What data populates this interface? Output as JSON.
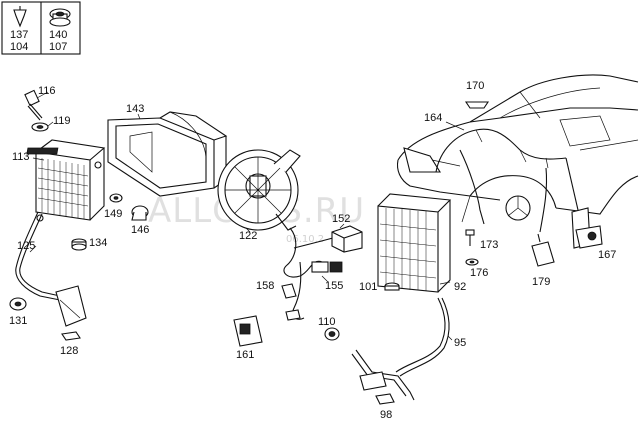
{
  "legend": {
    "cells": [
      {
        "top": "137",
        "bottom": "104"
      },
      {
        "top": "140",
        "bottom": "107"
      }
    ]
  },
  "watermark": {
    "text": "ALLCATS.RU",
    "date": "06.10.2"
  },
  "callouts": [
    {
      "id": "116",
      "text": "116"
    },
    {
      "id": "119",
      "text": "119"
    },
    {
      "id": "113",
      "text": "113"
    },
    {
      "id": "143",
      "text": "143"
    },
    {
      "id": "149",
      "text": "149"
    },
    {
      "id": "146",
      "text": "146"
    },
    {
      "id": "125",
      "text": "125"
    },
    {
      "id": "134",
      "text": "134"
    },
    {
      "id": "131",
      "text": "131"
    },
    {
      "id": "128",
      "text": "128"
    },
    {
      "id": "122",
      "text": "122"
    },
    {
      "id": "152",
      "text": "152"
    },
    {
      "id": "158",
      "text": "158"
    },
    {
      "id": "155",
      "text": "155"
    },
    {
      "id": "110",
      "text": "110"
    },
    {
      "id": "161",
      "text": "161"
    },
    {
      "id": "101",
      "text": "101"
    },
    {
      "id": "92",
      "text": "92"
    },
    {
      "id": "95",
      "text": "95"
    },
    {
      "id": "98",
      "text": "98"
    },
    {
      "id": "164",
      "text": "164"
    },
    {
      "id": "170",
      "text": "170"
    },
    {
      "id": "173",
      "text": "173"
    },
    {
      "id": "176",
      "text": "176"
    },
    {
      "id": "179",
      "text": "179"
    },
    {
      "id": "167",
      "text": "167"
    }
  ]
}
